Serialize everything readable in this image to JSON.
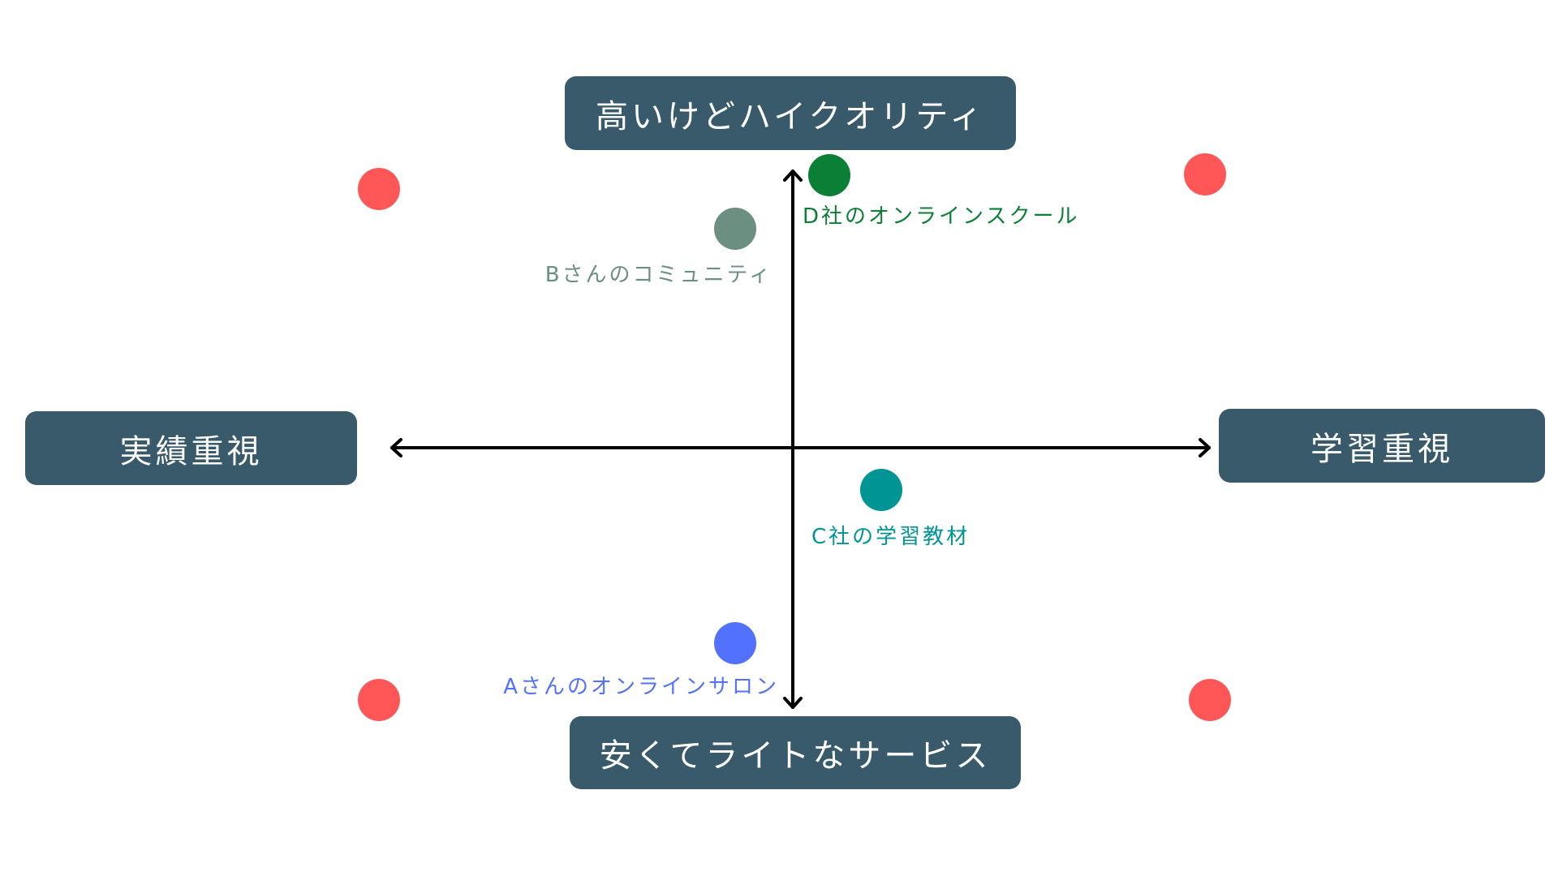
{
  "axes": {
    "top": "高いけどハイクオリティ",
    "bottom": "安くてライトなサービス",
    "left": "実績重視",
    "right": "学習重視"
  },
  "items": [
    {
      "label": "D社のオンラインスクール",
      "color": "#0a7f35"
    },
    {
      "label": "Bさんのコミュニティ",
      "color": "#6b8f80"
    },
    {
      "label": "C社の学習教材",
      "color": "#009494"
    },
    {
      "label": "Aさんのオンラインサロン",
      "color": "#5271ff"
    }
  ],
  "colors": {
    "box": "#385a6b",
    "marker": "#ff5757"
  }
}
